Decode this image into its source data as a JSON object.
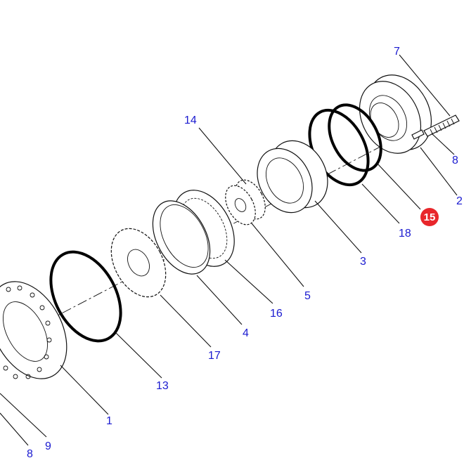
{
  "diagram": {
    "label_color": "#1a1ad0",
    "highlight_color": "#e8262b",
    "labels": {
      "l7": "7",
      "l8_top": "8",
      "l2": "2",
      "l15": "15",
      "l18": "18",
      "l3": "3",
      "l14": "14",
      "l5": "5",
      "l16": "16",
      "l4": "4",
      "l17": "17",
      "l13": "13",
      "l1": "1",
      "l9": "9",
      "l8_bottom": "8"
    }
  }
}
